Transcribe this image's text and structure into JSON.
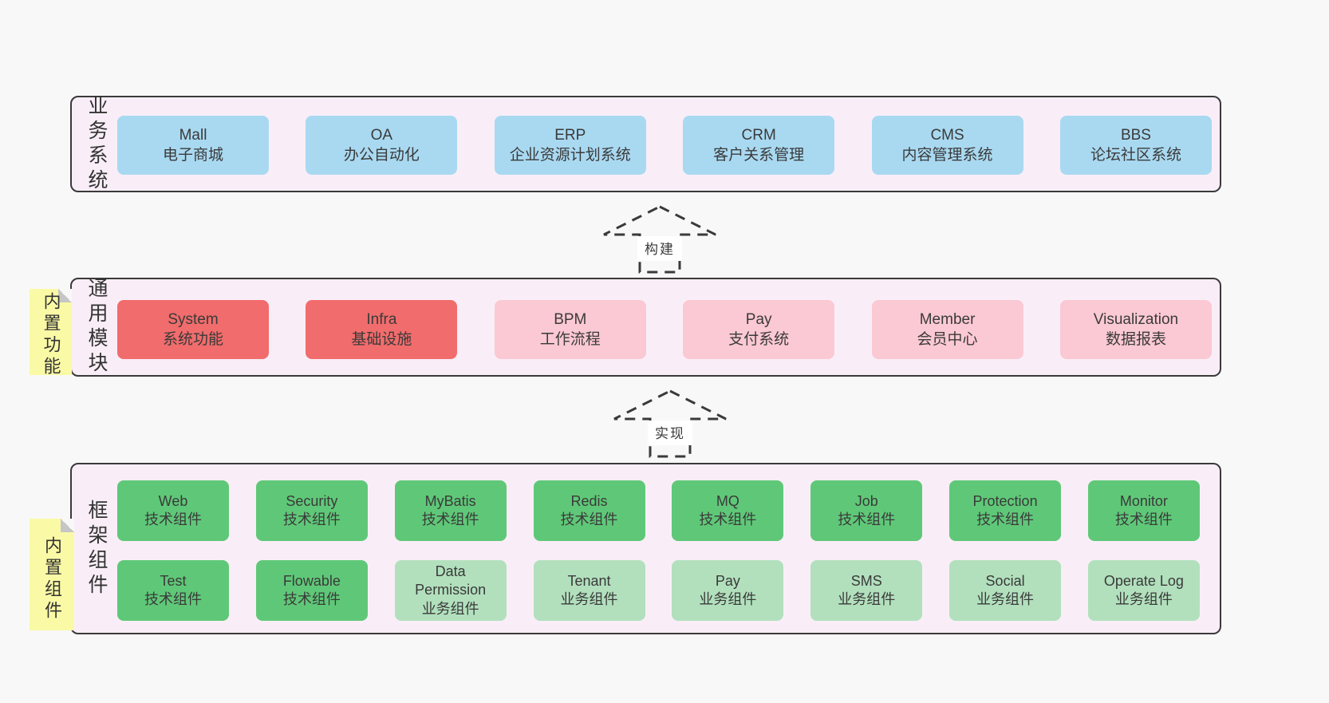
{
  "colors": {
    "page_bg": "#f8f8f8",
    "panel_bg": "#f9eef7",
    "panel_border": "#3a3a3a",
    "blue_box": "#a9d9f1",
    "red_box": "#f16c6c",
    "pink_box": "#fbc9d3",
    "green_box": "#5fc878",
    "light_green_box": "#b2e0bd",
    "note_yellow": "#fafaa6",
    "text": "#3a3a3a"
  },
  "layers": [
    {
      "label": "业务系统",
      "boxes": [
        {
          "title": "Mall",
          "subtitle": "电子商城"
        },
        {
          "title": "OA",
          "subtitle": "办公自动化"
        },
        {
          "title": "ERP",
          "subtitle": "企业资源计划系统"
        },
        {
          "title": "CRM",
          "subtitle": "客户关系管理"
        },
        {
          "title": "CMS",
          "subtitle": "内容管理系统"
        },
        {
          "title": "BBS",
          "subtitle": "论坛社区系统"
        }
      ]
    },
    {
      "label": "通用模块",
      "note": "内置功能",
      "boxes": [
        {
          "title": "System",
          "subtitle": "系统功能",
          "color": "red"
        },
        {
          "title": "Infra",
          "subtitle": "基础设施",
          "color": "red"
        },
        {
          "title": "BPM",
          "subtitle": "工作流程",
          "color": "pink"
        },
        {
          "title": "Pay",
          "subtitle": "支付系统",
          "color": "pink"
        },
        {
          "title": "Member",
          "subtitle": "会员中心",
          "color": "pink"
        },
        {
          "title": "Visualization",
          "subtitle": "数据报表",
          "color": "pink"
        }
      ]
    },
    {
      "label": "框架组件",
      "note": "内置组件",
      "rows": [
        {
          "boxes": [
            {
              "title": "Web",
              "subtitle": "技术组件",
              "color": "green"
            },
            {
              "title": "Security",
              "subtitle": "技术组件",
              "color": "green"
            },
            {
              "title": "MyBatis",
              "subtitle": "技术组件",
              "color": "green"
            },
            {
              "title": "Redis",
              "subtitle": "技术组件",
              "color": "green"
            },
            {
              "title": "MQ",
              "subtitle": "技术组件",
              "color": "green"
            },
            {
              "title": "Job",
              "subtitle": "技术组件",
              "color": "green"
            },
            {
              "title": "Protection",
              "subtitle": "技术组件",
              "color": "green"
            },
            {
              "title": "Monitor",
              "subtitle": "技术组件",
              "color": "green"
            }
          ]
        },
        {
          "boxes": [
            {
              "title": "Test",
              "subtitle": "技术组件",
              "color": "green"
            },
            {
              "title": "Flowable",
              "subtitle": "技术组件",
              "color": "green"
            },
            {
              "title": "Data Permission",
              "subtitle": "业务组件",
              "color": "light-green"
            },
            {
              "title": "Tenant",
              "subtitle": "业务组件",
              "color": "light-green"
            },
            {
              "title": "Pay",
              "subtitle": "业务组件",
              "color": "light-green"
            },
            {
              "title": "SMS",
              "subtitle": "业务组件",
              "color": "light-green"
            },
            {
              "title": "Social",
              "subtitle": "业务组件",
              "color": "light-green"
            },
            {
              "title": "Operate Log",
              "subtitle": "业务组件",
              "color": "light-green"
            }
          ]
        }
      ]
    }
  ],
  "arrows": [
    {
      "label": "构建"
    },
    {
      "label": "实现"
    }
  ]
}
